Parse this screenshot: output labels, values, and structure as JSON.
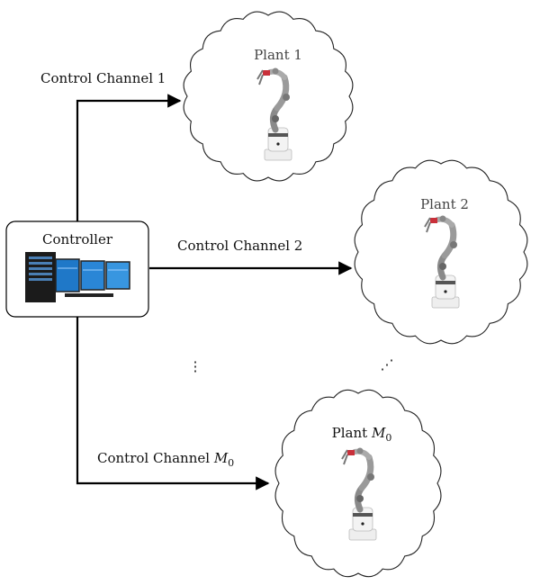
{
  "controller": {
    "label": "Controller"
  },
  "channels": [
    {
      "label": "Control Channel 1"
    },
    {
      "label": "Control Channel 2"
    },
    {
      "label_main": "Control Channel ",
      "label_var": "M",
      "label_sub": "0"
    }
  ],
  "plants": [
    {
      "label": "Plant 1"
    },
    {
      "label": "Plant 2"
    },
    {
      "label_main": "Plant ",
      "label_var": "M",
      "label_sub": "0"
    }
  ],
  "ellipsis": {
    "left": "⋮",
    "right": "⋰"
  },
  "colors": {
    "line": "#000000",
    "cloud_stroke": "#222222",
    "monitor_blue": "#1f78c8"
  }
}
